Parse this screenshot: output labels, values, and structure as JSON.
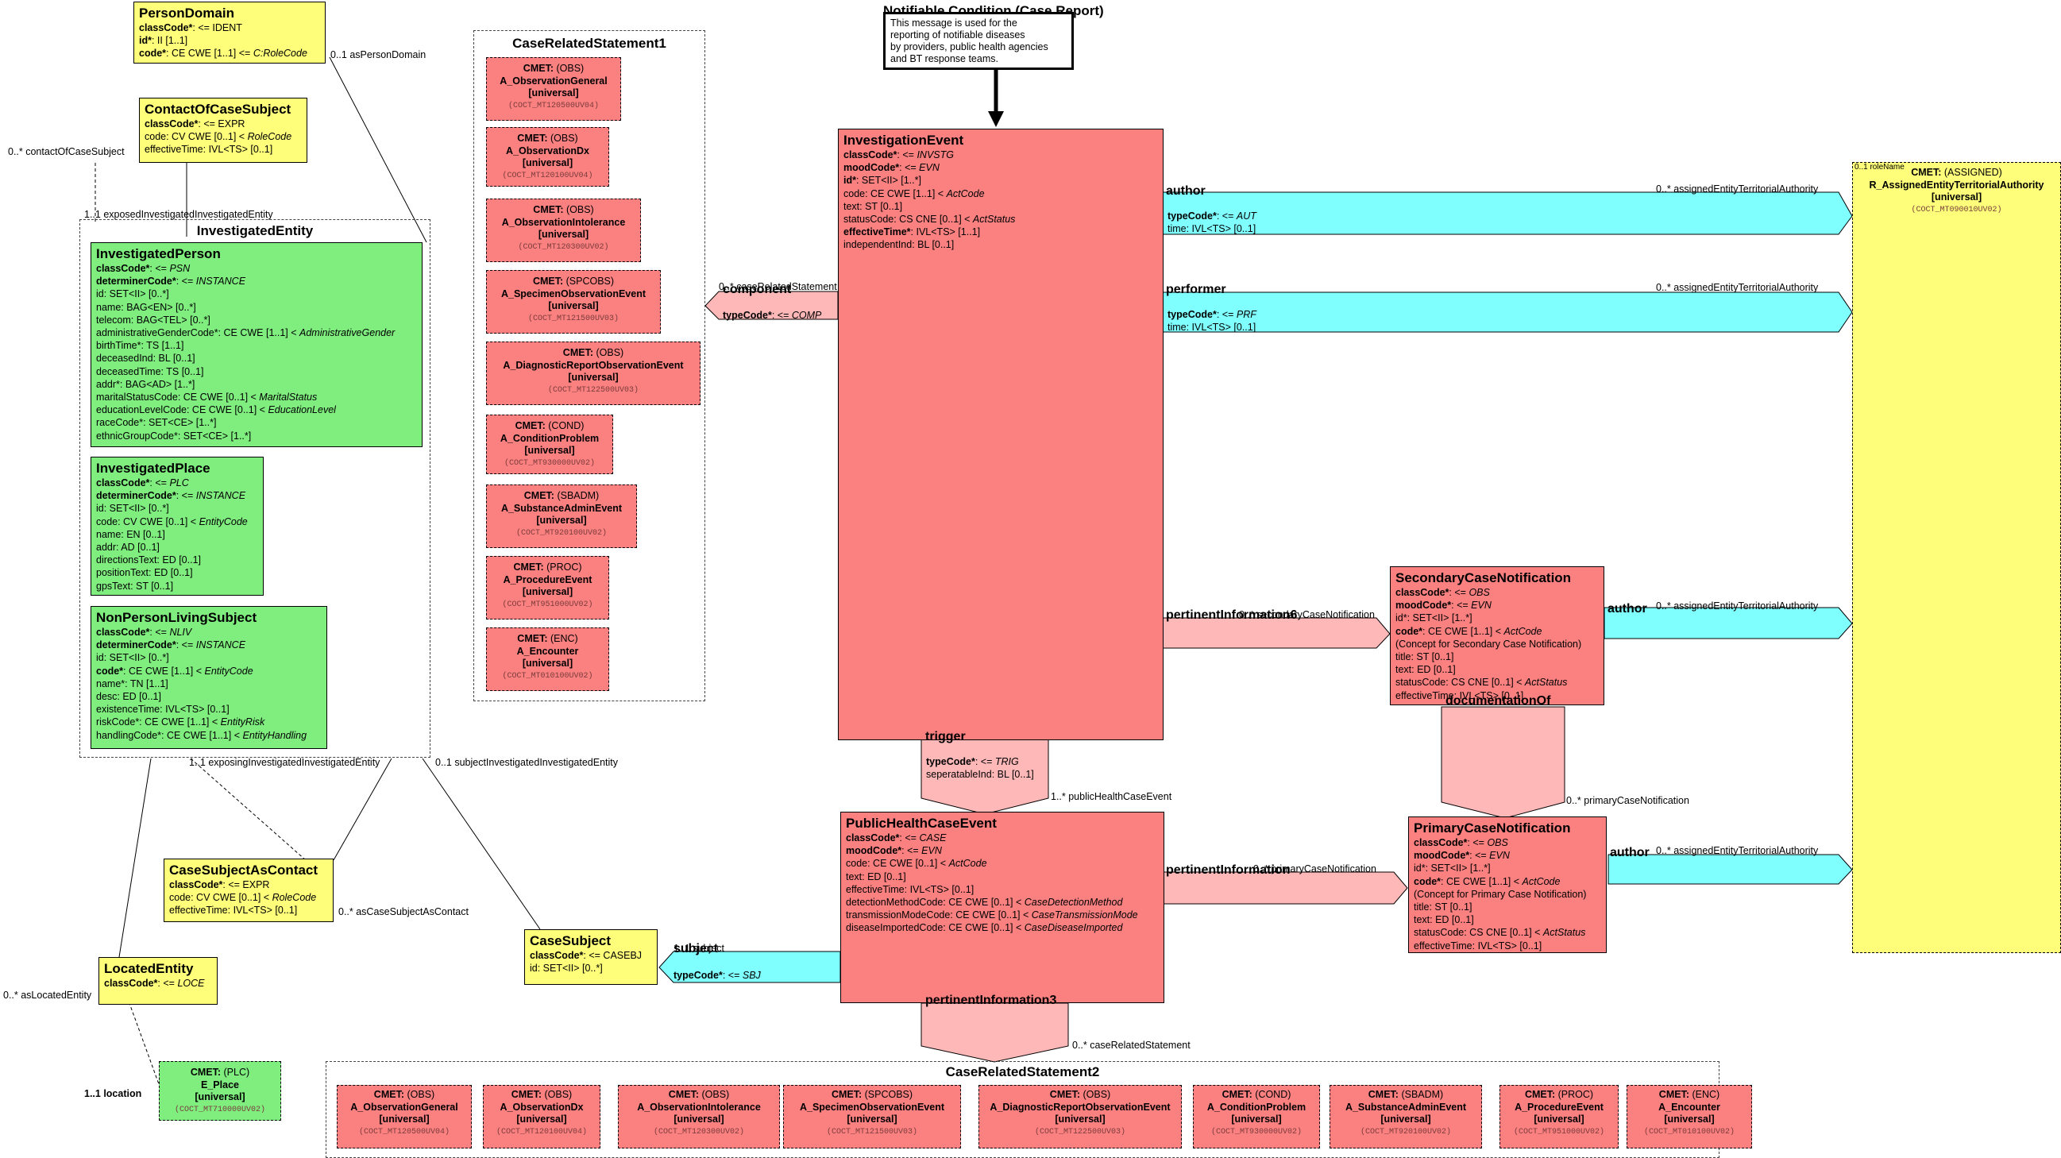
{
  "note": {
    "title": "Notifiable Condition (Case Report)",
    "lines": [
      "This message is used for the",
      "reporting of notifiable diseases",
      "by providers, public health agencies",
      "and BT response teams."
    ]
  },
  "person_domain": {
    "title": "PersonDomain",
    "attrs": [
      [
        "classCode*",
        ": <= IDENT",
        ""
      ],
      [
        "id*",
        ": II [1..1]",
        ""
      ],
      [
        "code*",
        ": CE CWE [1..1] <= ",
        "C:RoleCode"
      ]
    ]
  },
  "contact_of_case_subject": {
    "title": "ContactOfCaseSubject",
    "attrs": [
      [
        "classCode*",
        ": <= EXPR",
        ""
      ],
      [
        "",
        "code: CV CWE [0..1] < ",
        "RoleCode"
      ],
      [
        "",
        "effectiveTime: IVL<TS> [0..1]",
        ""
      ]
    ]
  },
  "investigated_entity": {
    "title": "InvestigatedEntity"
  },
  "investigated_person": {
    "title": "InvestigatedPerson",
    "attrs": [
      [
        "classCode*",
        ": <= ",
        "PSN"
      ],
      [
        "determinerCode*",
        ": <= ",
        "INSTANCE"
      ],
      [
        "",
        "id: SET<II> [0..*]",
        ""
      ],
      [
        "",
        "name: BAG<EN> [0..*]",
        ""
      ],
      [
        "",
        "telecom: BAG<TEL> [0..*]",
        ""
      ],
      [
        "",
        "administrativeGenderCode*: CE CWE [1..1] < ",
        "AdministrativeGender"
      ],
      [
        "",
        "birthTime*: TS [1..1]",
        ""
      ],
      [
        "",
        "deceasedInd: BL [0..1]",
        ""
      ],
      [
        "",
        "deceasedTime: TS [0..1]",
        ""
      ],
      [
        "",
        "addr*: BAG<AD> [1..*]",
        ""
      ],
      [
        "",
        "maritalStatusCode: CE CWE [0..1] < ",
        "MaritalStatus"
      ],
      [
        "",
        "educationLevelCode: CE CWE [0..1] < ",
        "EducationLevel"
      ],
      [
        "",
        "raceCode*: SET<CE> [1..*]",
        ""
      ],
      [
        "",
        "ethnicGroupCode*: SET<CE> [1..*]",
        ""
      ]
    ]
  },
  "investigated_place": {
    "title": "InvestigatedPlace",
    "attrs": [
      [
        "classCode*",
        ": <= ",
        "PLC"
      ],
      [
        "determinerCode*",
        ": <= ",
        "INSTANCE"
      ],
      [
        "",
        "id: SET<II> [0..*]",
        ""
      ],
      [
        "",
        "code: CV CWE [0..1] < ",
        "EntityCode"
      ],
      [
        "",
        "name: EN [0..1]",
        ""
      ],
      [
        "",
        "addr: AD [0..1]",
        ""
      ],
      [
        "",
        "directionsText: ED [0..1]",
        ""
      ],
      [
        "",
        "positionText: ED [0..1]",
        ""
      ],
      [
        "",
        "gpsText: ST [0..1]",
        ""
      ]
    ]
  },
  "non_person_living_subject": {
    "title": "NonPersonLivingSubject",
    "attrs": [
      [
        "classCode*",
        ": <= ",
        "NLIV"
      ],
      [
        "determinerCode*",
        ": <= ",
        "INSTANCE"
      ],
      [
        "",
        "id: SET<II> [0..*]",
        ""
      ],
      [
        "code*",
        ": CE CWE [1..1] < ",
        "EntityCode"
      ],
      [
        "",
        "name*: TN [1..1]",
        ""
      ],
      [
        "",
        "desc: ED [0..1]",
        ""
      ],
      [
        "",
        "existenceTime: IVL<TS> [0..1]",
        ""
      ],
      [
        "",
        "riskCode*: CE CWE [1..1] < ",
        "EntityRisk"
      ],
      [
        "",
        "handlingCode*: CE CWE [1..1] < ",
        "EntityHandling"
      ]
    ]
  },
  "case_subject_as_contact": {
    "title": "CaseSubjectAsContact",
    "attrs": [
      [
        "classCode*",
        ": <= EXPR",
        ""
      ],
      [
        "",
        "code: CV CWE [0..1] < ",
        "RoleCode"
      ],
      [
        "",
        "effectiveTime: IVL<TS> [0..1]",
        ""
      ]
    ]
  },
  "located_entity": {
    "title": "LocatedEntity",
    "attrs": [
      [
        "classCode*",
        ": <= ",
        "LOCE"
      ]
    ]
  },
  "case_subject": {
    "title": "CaseSubject",
    "attrs": [
      [
        "classCode*",
        ": <= CASEBJ",
        ""
      ],
      [
        "",
        "id: SET<II> [0..*]",
        ""
      ]
    ]
  },
  "investigation_event": {
    "title": "InvestigationEvent",
    "attrs": [
      [
        "classCode*",
        ": <= ",
        "INVSTG"
      ],
      [
        "moodCode*",
        ": <= ",
        "EVN"
      ],
      [
        "id*",
        ": SET<II> [1..*]",
        ""
      ],
      [
        "",
        "code: CE CWE [1..1] < ",
        "ActCode"
      ],
      [
        "",
        "text: ST [0..1]",
        ""
      ],
      [
        "",
        "statusCode: CS CNE [0..1] < ",
        "ActStatus"
      ],
      [
        "effectiveTime*",
        ": IVL<TS> [1..1]",
        ""
      ],
      [
        "",
        "independentInd: BL [0..1]",
        ""
      ]
    ]
  },
  "public_health_case_event": {
    "title": "PublicHealthCaseEvent",
    "attrs": [
      [
        "classCode*",
        ": <= ",
        "CASE"
      ],
      [
        "moodCode*",
        ": <= ",
        "EVN"
      ],
      [
        "",
        "code: CE CWE [0..1] < ",
        "ActCode"
      ],
      [
        "",
        "text: ED [0..1]",
        ""
      ],
      [
        "",
        "effectiveTime: IVL<TS> [0..1]",
        ""
      ],
      [
        "",
        "detectionMethodCode: CE CWE [0..1] < ",
        "CaseDetectionMethod"
      ],
      [
        "",
        "transmissionModeCode: CE CWE [0..1] < ",
        "CaseTransmissionMode"
      ],
      [
        "",
        "diseaseImportedCode: CE CWE [0..1] < ",
        "CaseDiseaseImported"
      ]
    ]
  },
  "secondary_case_notification": {
    "title": "SecondaryCaseNotification",
    "attrs": [
      [
        "classCode*",
        ": <= ",
        "OBS"
      ],
      [
        "moodCode*",
        ": <= ",
        "EVN"
      ],
      [
        "",
        "id*: SET<II> [1..*]",
        ""
      ],
      [
        "code*",
        ": CE CWE [1..1] < ",
        "ActCode"
      ],
      [
        "",
        "  (Concept for Secondary Case Notification)",
        ""
      ],
      [
        "",
        "title: ST [0..1]",
        ""
      ],
      [
        "",
        "text: ED [0..1]",
        ""
      ],
      [
        "",
        "statusCode: CS CNE [0..1] < ",
        "ActStatus"
      ],
      [
        "",
        "effectiveTime: IVL<TS> [0..1]",
        ""
      ]
    ]
  },
  "primary_case_notification": {
    "title": "PrimaryCaseNotification",
    "attrs": [
      [
        "classCode*",
        ": <= ",
        "OBS"
      ],
      [
        "moodCode*",
        ": <= ",
        "EVN"
      ],
      [
        "",
        "id*: SET<II> [1..*]",
        ""
      ],
      [
        "code*",
        ": CE CWE [1..1] < ",
        "ActCode"
      ],
      [
        "",
        "  (Concept for Primary Case Notification)",
        ""
      ],
      [
        "",
        "title: ST [0..1]",
        ""
      ],
      [
        "",
        "text: ED [0..1]",
        ""
      ],
      [
        "",
        "statusCode: CS CNE [0..1] < ",
        "ActStatus"
      ],
      [
        "",
        "effectiveTime: IVL<TS> [0..1]",
        ""
      ]
    ]
  },
  "case_related_statement1": {
    "title": "CaseRelatedStatement1",
    "items": [
      {
        "c1": "(OBS)",
        "c2": "A_ObservationGeneral",
        "c3": "[universal]",
        "c4": "(COCT_MT120500UV04)"
      },
      {
        "c1": "(OBS)",
        "c2": "A_ObservationDx",
        "c3": "[universal]",
        "c4": "(COCT_MT120100UV04)"
      },
      {
        "c1": "(OBS)",
        "c2": "A_ObservationIntolerance",
        "c3": "[universal]",
        "c4": "(COCT_MT120300UV02)"
      },
      {
        "c1": "(SPCOBS)",
        "c2": "A_SpecimenObservationEvent",
        "c3": "[universal]",
        "c4": "(COCT_MT121500UV03)"
      },
      {
        "c1": "(OBS)",
        "c2": "A_DiagnosticReportObservationEvent",
        "c3": "[universal]",
        "c4": "(COCT_MT122500UV03)"
      },
      {
        "c1": "(COND)",
        "c2": "A_ConditionProblem",
        "c3": "[universal]",
        "c4": "(COCT_MT930000UV02)"
      },
      {
        "c1": "(SBADM)",
        "c2": "A_SubstanceAdminEvent",
        "c3": "[universal]",
        "c4": "(COCT_MT920100UV02)"
      },
      {
        "c1": "(PROC)",
        "c2": "A_ProcedureEvent",
        "c3": "[universal]",
        "c4": "(COCT_MT951000UV02)"
      },
      {
        "c1": "(ENC)",
        "c2": "A_Encounter",
        "c3": "[universal]",
        "c4": "(COCT_MT010100UV02)"
      }
    ]
  },
  "case_related_statement2": {
    "title": "CaseRelatedStatement2",
    "items": [
      {
        "c1": "(OBS)",
        "c2": "A_ObservationGeneral",
        "c3": "[universal]",
        "c4": "(COCT_MT120500UV04)"
      },
      {
        "c1": "(OBS)",
        "c2": "A_ObservationDx",
        "c3": "[universal]",
        "c4": "(COCT_MT120100UV04)"
      },
      {
        "c1": "(OBS)",
        "c2": "A_ObservationIntolerance",
        "c3": "[universal]",
        "c4": "(COCT_MT120300UV02)"
      },
      {
        "c1": "(SPCOBS)",
        "c2": "A_SpecimenObservationEvent",
        "c3": "[universal]",
        "c4": "(COCT_MT121500UV03)"
      },
      {
        "c1": "(OBS)",
        "c2": "A_DiagnosticReportObservationEvent",
        "c3": "[universal]",
        "c4": "(COCT_MT122500UV03)"
      },
      {
        "c1": "(COND)",
        "c2": "A_ConditionProblem",
        "c3": "[universal]",
        "c4": "(COCT_MT930000UV02)"
      },
      {
        "c1": "(SBADM)",
        "c2": "A_SubstanceAdminEvent",
        "c3": "[universal]",
        "c4": "(COCT_MT920100UV02)"
      },
      {
        "c1": "(PROC)",
        "c2": "A_ProcedureEvent",
        "c3": "[universal]",
        "c4": "(COCT_MT951000UV02)"
      },
      {
        "c1": "(ENC)",
        "c2": "A_Encounter",
        "c3": "[universal]",
        "c4": "(COCT_MT010100UV02)"
      }
    ]
  },
  "cmet_place": {
    "c1": "(PLC)",
    "c2": "E_Place",
    "c3": "[universal]",
    "c4": "(COCT_MT710000UV02)"
  },
  "cmet_assigned": {
    "c1": "(ASSIGNED)",
    "c2": "R_AssignedEntityTerritorialAuthority",
    "c3": "[universal]",
    "c4": "(COCT_MT090010UV02)",
    "role_name": "0..1 roleName"
  },
  "cmet_prefix": "CMET: ",
  "relations": {
    "author": "author",
    "performer": "performer",
    "component": "component",
    "trigger": "trigger",
    "subject": "subject",
    "pertinent_information6": "pertinentInformation6",
    "pertinent_information3": "pertinentInformation3",
    "pertinent_information": "pertinentInformation",
    "documentation_of": "documentationOf"
  },
  "type_codes": {
    "aut": [
      "typeCode*",
      ": <= ",
      "AUT"
    ],
    "prf": [
      "typeCode*",
      ": <= ",
      "PRF"
    ],
    "comp": [
      "typeCode*",
      ": <= ",
      "COMP"
    ],
    "trig": [
      "typeCode*",
      ": <= ",
      "TRIG"
    ],
    "sbj": [
      "typeCode*",
      ": <= ",
      "SBJ"
    ],
    "time": "time: IVL<TS> [0..1]",
    "seperatable": "seperatableInd: BL [0..1]"
  },
  "labels": {
    "as_person_domain": "0..1 asPersonDomain",
    "contact_of_case_subject": "0..* contactOfCaseSubject",
    "exposed": "1..1 exposedInvestigatedInvestigatedEntity",
    "exposing": "1..1 exposingInvestigatedInvestigatedEntity",
    "subject_invest": "0..1 subjectInvestigatedInvestigatedEntity",
    "as_case_subject_as_contact": "0..* asCaseSubjectAsContact",
    "as_located_entity": "0..* asLocatedEntity",
    "location": "1..1 location",
    "component_statement": "0..* caseRelatedStatement",
    "case_related_statement": "0..* caseRelatedStatement",
    "public_health_case_event": "1..* publicHealthCaseEvent",
    "secondary_case_notification": "0..* secondaryCaseNotification",
    "primary_case_notification": "0..* primaryCaseNotification",
    "primary_case_notification2": "0..* primaryCaseNotification",
    "subject_subject": "1..1 subject",
    "territorial1": "0..* assignedEntityTerritorialAuthority",
    "territorial2": "0..* assignedEntityTerritorialAuthority",
    "territorial3": "0..* assignedEntityTerritorialAuthority",
    "territorial4": "0..* assignedEntityTerritorialAuthority"
  },
  "colors": {
    "red": "#fb8080",
    "yellow": "#fefe7a",
    "green": "#7fee7f",
    "cyan": "#80ffff",
    "pink": "#ffb8b8"
  }
}
